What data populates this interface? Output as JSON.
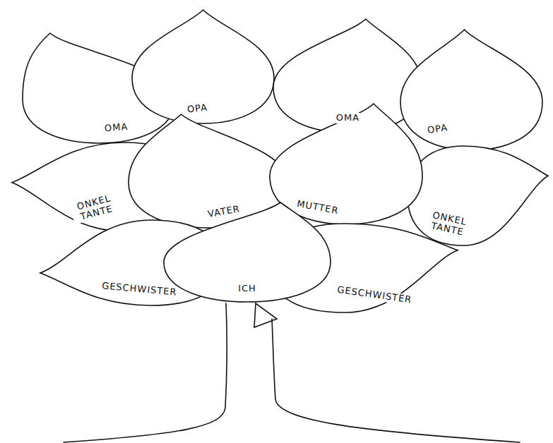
{
  "diagram": {
    "nodes": [
      {
        "text": [
          "OMA"
        ]
      },
      {
        "text": [
          "OPA"
        ]
      },
      {
        "text": [
          "OMA"
        ]
      },
      {
        "text": [
          "OPA"
        ]
      },
      {
        "text": [
          "ONKEL TANTE"
        ]
      },
      {
        "text": [
          "VATER"
        ]
      },
      {
        "text": [
          "MUTTER"
        ]
      },
      {
        "text": [
          "ONKEL TANTE"
        ]
      },
      {
        "text": [
          "GESCHWISTER"
        ]
      },
      {
        "text": [
          "ICH"
        ]
      },
      {
        "text": [
          "GESCHWISTER"
        ]
      }
    ]
  }
}
